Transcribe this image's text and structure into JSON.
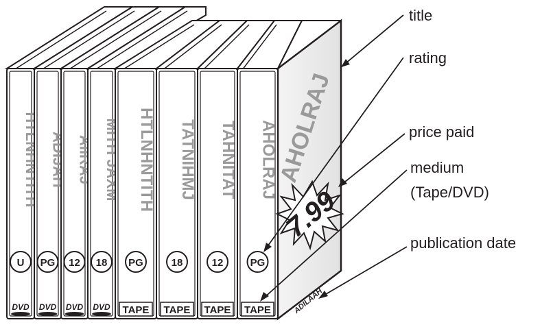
{
  "diagram": {
    "labels": {
      "title": "title",
      "rating": "rating",
      "price_paid": "price paid",
      "medium_line1": "medium",
      "medium_line2": "(Tape/DVD)",
      "publication_date": "publication date"
    },
    "front_case": {
      "title": "AHOLRAJ",
      "price": "7.99",
      "publication_date": "ADILAAH"
    },
    "cases": [
      {
        "title": "HTLNHNTITH",
        "rating": "U",
        "medium": "DVD"
      },
      {
        "title": "ADIJAH",
        "rating": "PG",
        "medium": "DVD"
      },
      {
        "title": "AIIRAJ",
        "rating": "12",
        "medium": "DVD"
      },
      {
        "title": "MITH JAXM",
        "rating": "18",
        "medium": "DVD"
      },
      {
        "title": "HTLNHNTITH",
        "rating": "PG",
        "medium": "TAPE"
      },
      {
        "title": "TATNIHMJ",
        "rating": "18",
        "medium": "TAPE"
      },
      {
        "title": "TAHNITAT",
        "rating": "12",
        "medium": "TAPE"
      },
      {
        "title": "AHOLRAJ",
        "rating": "PG",
        "medium": "TAPE"
      }
    ],
    "colors": {
      "ink": "#231f20",
      "spine_title_grey": "#9a9a9a",
      "face_grey": "#ececec"
    }
  }
}
